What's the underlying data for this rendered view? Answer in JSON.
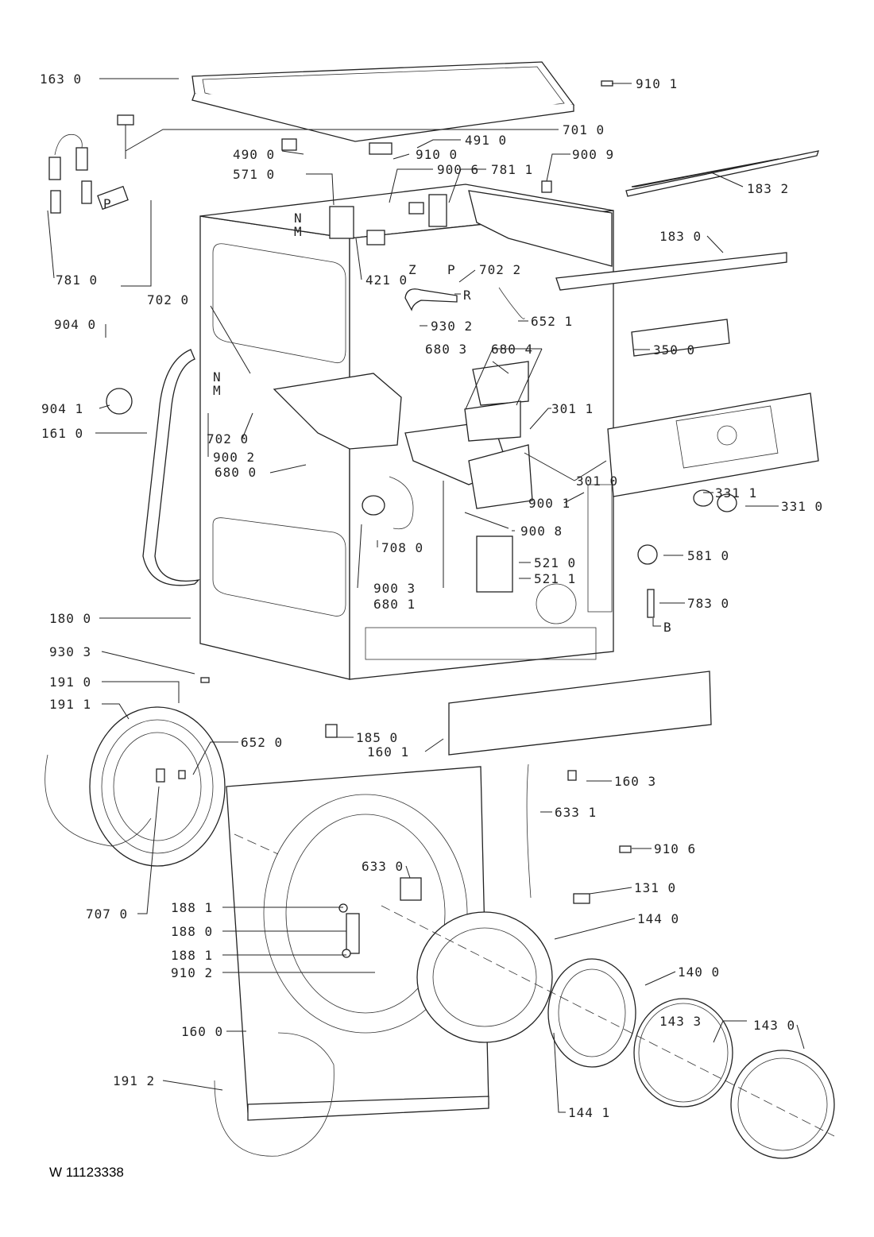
{
  "document_code": "W 11123338",
  "part_labels": [
    "163 0",
    "910 1",
    "701 0",
    "491 0",
    "490 0",
    "910 0",
    "900 9",
    "571 0",
    "900 6",
    "781 1",
    "183 2",
    "N",
    "M",
    "P",
    "Z",
    "P",
    "781 0",
    "421 0",
    "702 2",
    "R",
    "183 0",
    "702 0",
    "652 1",
    "930 2",
    "904 0",
    "350 0",
    "680 3",
    "680 4",
    "N",
    "M",
    "301 1",
    "904 1",
    "702 0",
    "900 2",
    "161 0",
    "680 0",
    "301 0",
    "331 1",
    "331 0",
    "900 1",
    "900 8",
    "708 0",
    "521 0",
    "521 1",
    "581 0",
    "900 3",
    "680 1",
    "783 0",
    "B",
    "180 0",
    "930 3",
    "191 0",
    "191 1",
    "185 0",
    "652 0",
    "160 1",
    "160 3",
    "633 1",
    "910 6",
    "633 0",
    "131 0",
    "707 0",
    "188 1",
    "188 0",
    "144 0",
    "188 1",
    "910 2",
    "140 0",
    "143 3",
    "143 0",
    "160 0",
    "191 2",
    "144 1"
  ]
}
